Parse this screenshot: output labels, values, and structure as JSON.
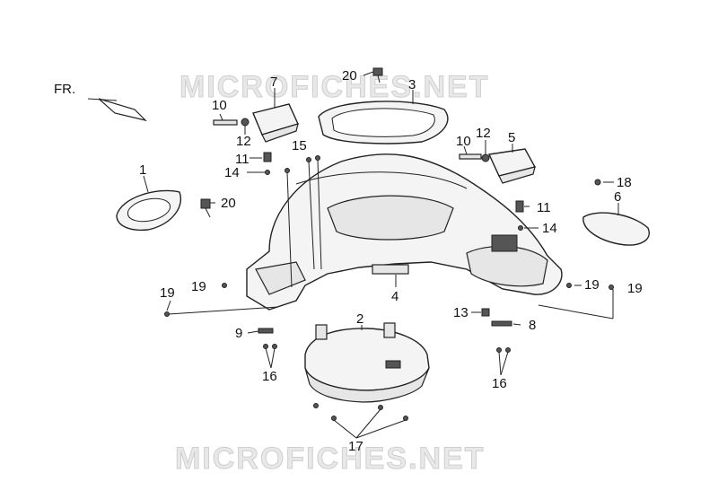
{
  "watermark_text": "MICROFICHES.NET",
  "front_marker": "FR.",
  "callouts": [
    {
      "id": "c1",
      "text": "1"
    },
    {
      "id": "c2",
      "text": "2"
    },
    {
      "id": "c3",
      "text": "3"
    },
    {
      "id": "c4",
      "text": "4"
    },
    {
      "id": "c5",
      "text": "5"
    },
    {
      "id": "c6",
      "text": "6"
    },
    {
      "id": "c7",
      "text": "7"
    },
    {
      "id": "c8",
      "text": "8"
    },
    {
      "id": "c9",
      "text": "9"
    },
    {
      "id": "c10a",
      "text": "10"
    },
    {
      "id": "c10b",
      "text": "10"
    },
    {
      "id": "c11a",
      "text": "11"
    },
    {
      "id": "c11b",
      "text": "11"
    },
    {
      "id": "c12a",
      "text": "12"
    },
    {
      "id": "c12b",
      "text": "12"
    },
    {
      "id": "c13",
      "text": "13"
    },
    {
      "id": "c14a",
      "text": "14"
    },
    {
      "id": "c14b",
      "text": "14"
    },
    {
      "id": "c15",
      "text": "15"
    },
    {
      "id": "c16a",
      "text": "16"
    },
    {
      "id": "c16b",
      "text": "16"
    },
    {
      "id": "c17",
      "text": "17"
    },
    {
      "id": "c18",
      "text": "18"
    },
    {
      "id": "c19a",
      "text": "19"
    },
    {
      "id": "c19b",
      "text": "19"
    },
    {
      "id": "c19c",
      "text": "19"
    },
    {
      "id": "c19d",
      "text": "19"
    },
    {
      "id": "c20a",
      "text": "20"
    },
    {
      "id": "c20b",
      "text": "20"
    }
  ]
}
